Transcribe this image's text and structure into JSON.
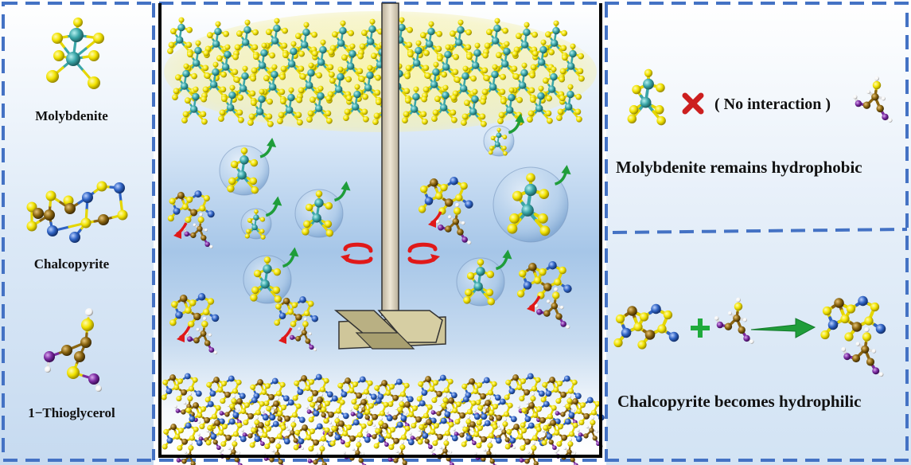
{
  "legend": {
    "molybdenite": "Molybdenite",
    "chalcopyrite": "Chalcopyrite",
    "thioglycerol": "1−Thioglycerol"
  },
  "right_panel": {
    "no_interaction": "( No interaction )",
    "molybdenite_result": "Molybdenite remains hydrophobic",
    "chalcopyrite_result": "Chalcopyrite becomes hydrophilic"
  },
  "colors": {
    "sulfur": "#f2e300",
    "molybdenum": "#3aa6a8",
    "iron": "#2f63c4",
    "copper": "#8a6510",
    "oxygen": "#7a2aa0",
    "hydrogen": "#ffffff",
    "dashed_border": "#4472c4",
    "cross": "#cc1f1f",
    "plus": "#1faa3c",
    "arrow_green": "#1f9d3a",
    "arrow_red": "#e01919",
    "impeller": "#cfc69a",
    "shaft": "#ddd3bf"
  },
  "icons": [
    "cross-icon",
    "plus-icon",
    "reaction-arrow-icon",
    "rotation-arrow-icon",
    "rise-arrow-icon",
    "sink-arrow-icon"
  ]
}
